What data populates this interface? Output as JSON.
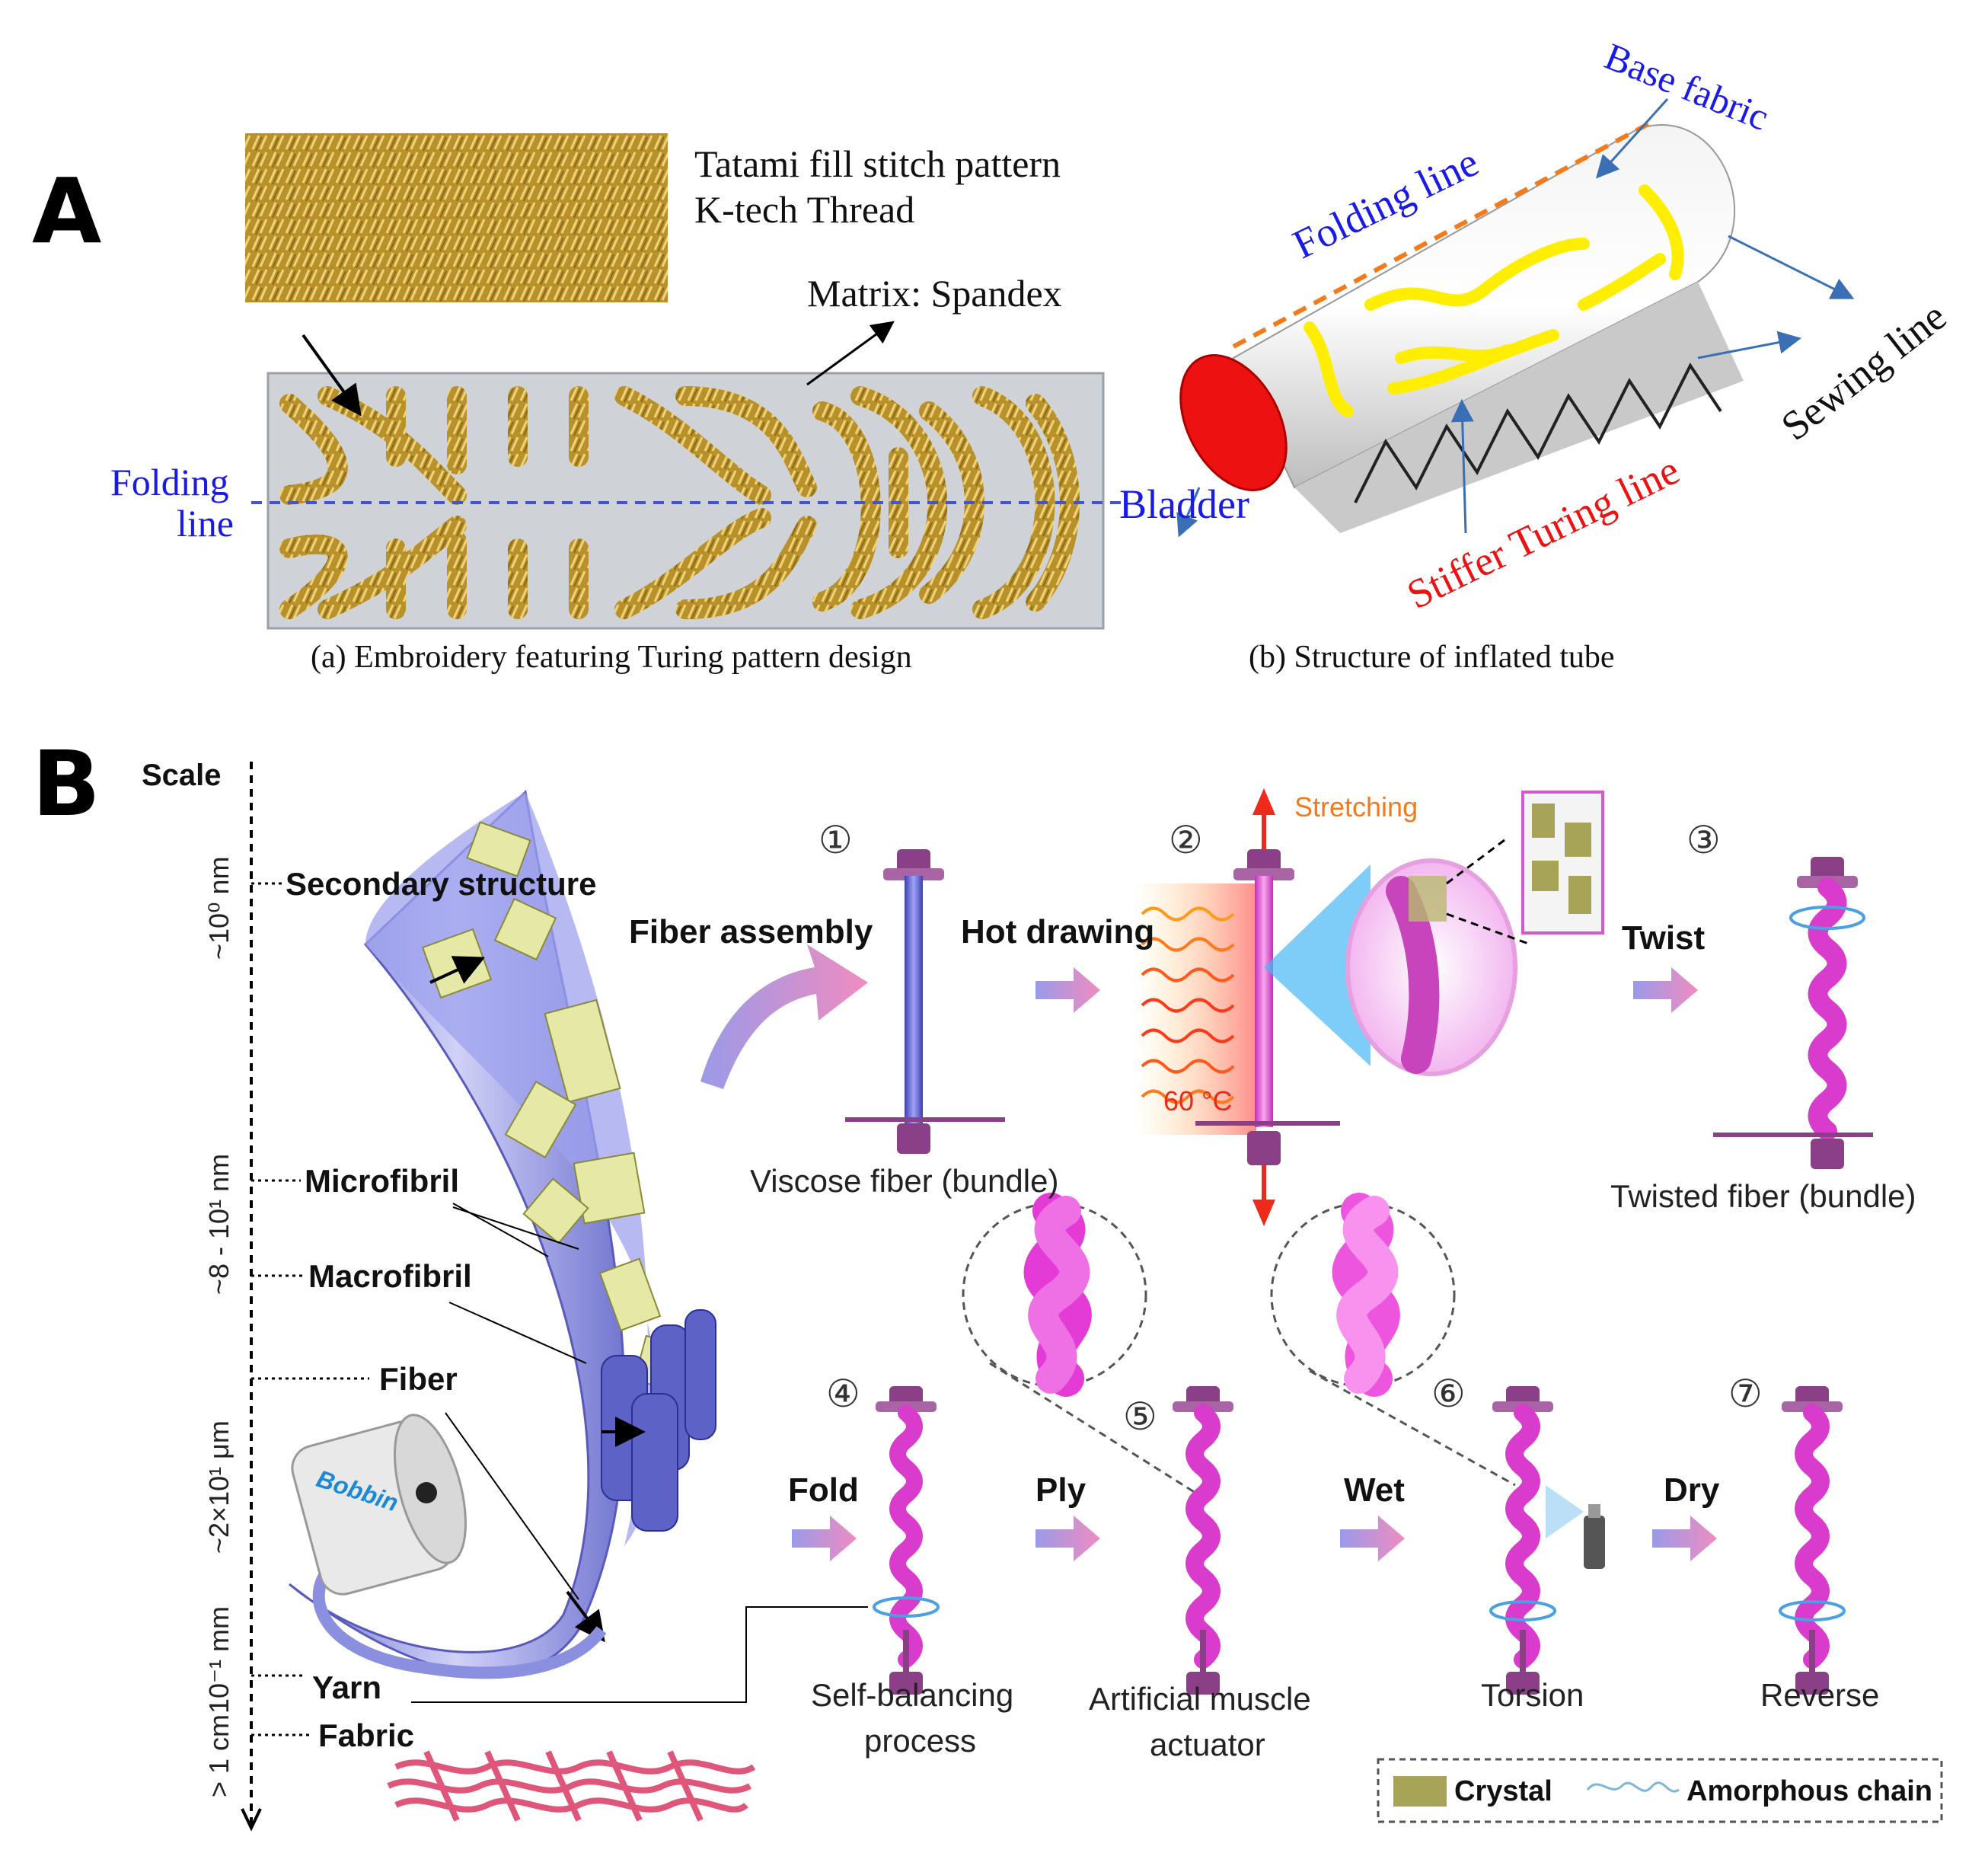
{
  "panel_a": {
    "letter": "A",
    "inset_text": [
      "Tatami fill stitch pattern",
      "K-tech Thread"
    ],
    "matrix_label": "Matrix: Spandex",
    "folding_line_left": [
      "Folding",
      "line"
    ],
    "caption_a": "(a)  Embroidery featuring Turing pattern design",
    "caption_b": "(b)  Structure of inflated tube",
    "tube_labels": {
      "base_fabric": "Base fabric",
      "folding_line": "Folding line",
      "sewing_line": "Sewing line",
      "bladder": "Bladder",
      "stiffer": "Stiffer Turing line"
    }
  },
  "panel_b": {
    "letter": "B",
    "scale_title": "Scale",
    "scale_ticks": [
      "~10⁰ nm",
      "~8 - 10¹ nm",
      "~2×10¹ μm",
      "10⁻¹ mm",
      "> 1 cm"
    ],
    "hierarchy": [
      "Secondary structure",
      "Microfibril",
      "Macrofibril",
      "Fiber",
      "Yarn",
      "Fabric"
    ],
    "bobbin": "Bobbin",
    "steps": {
      "n1": "①",
      "n2": "②",
      "n3": "③",
      "n4": "④",
      "n5": "⑤",
      "n6": "⑥",
      "n7": "⑦",
      "fiber_assembly": "Fiber assembly",
      "hot_drawing": "Hot drawing",
      "twist": "Twist",
      "fold": "Fold",
      "ply": "Ply",
      "wet": "Wet",
      "dry": "Dry",
      "stretching": "Stretching",
      "temperature": "60 °C"
    },
    "captions": {
      "viscose": "Viscose fiber (bundle)",
      "twisted": "Twisted fiber (bundle)",
      "self_balancing": [
        "Self-balancing",
        "process"
      ],
      "muscle": [
        "Artificial muscle",
        "actuator"
      ],
      "torsion": "Torsion",
      "reverse": "Reverse"
    },
    "legend": {
      "crystal": "Crystal",
      "amorphous": "Amorphous chain"
    }
  },
  "colors": {
    "gold": "#c8a336",
    "blue_text": "#1a1ae6",
    "red_text": "#ee1111",
    "magenta": "#e24fd6",
    "purple": "#8a3f86",
    "fiber_blue": "#6b6fd6",
    "orange": "#f57a1a"
  }
}
